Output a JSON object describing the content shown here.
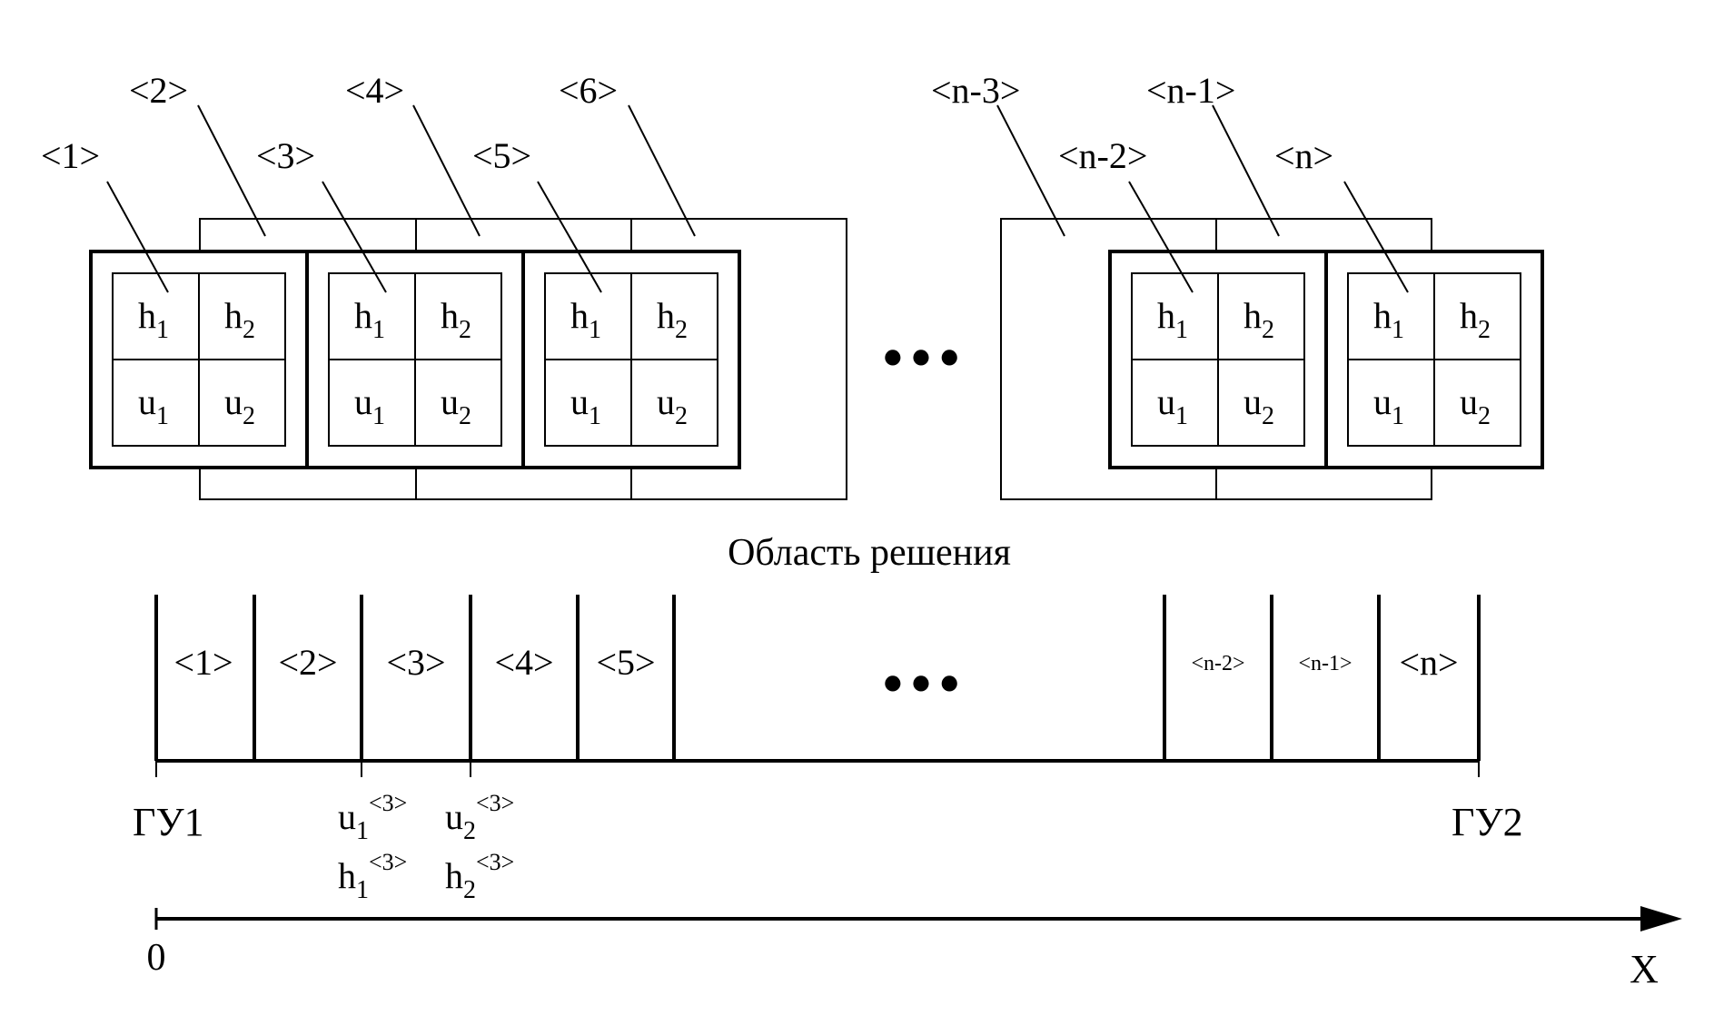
{
  "top_diagram": {
    "element_labels": [
      "<1>",
      "<2>",
      "<3>",
      "<4>",
      "<5>",
      "<6>",
      "<n-3>",
      "<n-2>",
      "<n-1>",
      "<n>"
    ],
    "cell": {
      "h_base": "h",
      "u_base": "u",
      "sub_1": "1",
      "sub_2": "2"
    },
    "ellipsis": "•••"
  },
  "caption": "Область решения",
  "bottom_diagram": {
    "segment_labels": [
      "<1>",
      "<2>",
      "<3>",
      "<4>",
      "<5>",
      "<n-2>",
      "<n-1>",
      "<n>"
    ],
    "ellipsis": "•••",
    "boundary_left": "ГУ1",
    "boundary_right": "ГУ2",
    "node_values": {
      "node1": {
        "u_base": "u",
        "u_sub": "1",
        "u_sup": "<3>",
        "h_base": "h",
        "h_sub": "1",
        "h_sup": "<3>"
      },
      "node2": {
        "u_base": "u",
        "u_sub": "2",
        "u_sup": "<3>",
        "h_base": "h",
        "h_sub": "2",
        "h_sup": "<3>"
      }
    }
  },
  "axis": {
    "origin": "0",
    "label": "X"
  }
}
